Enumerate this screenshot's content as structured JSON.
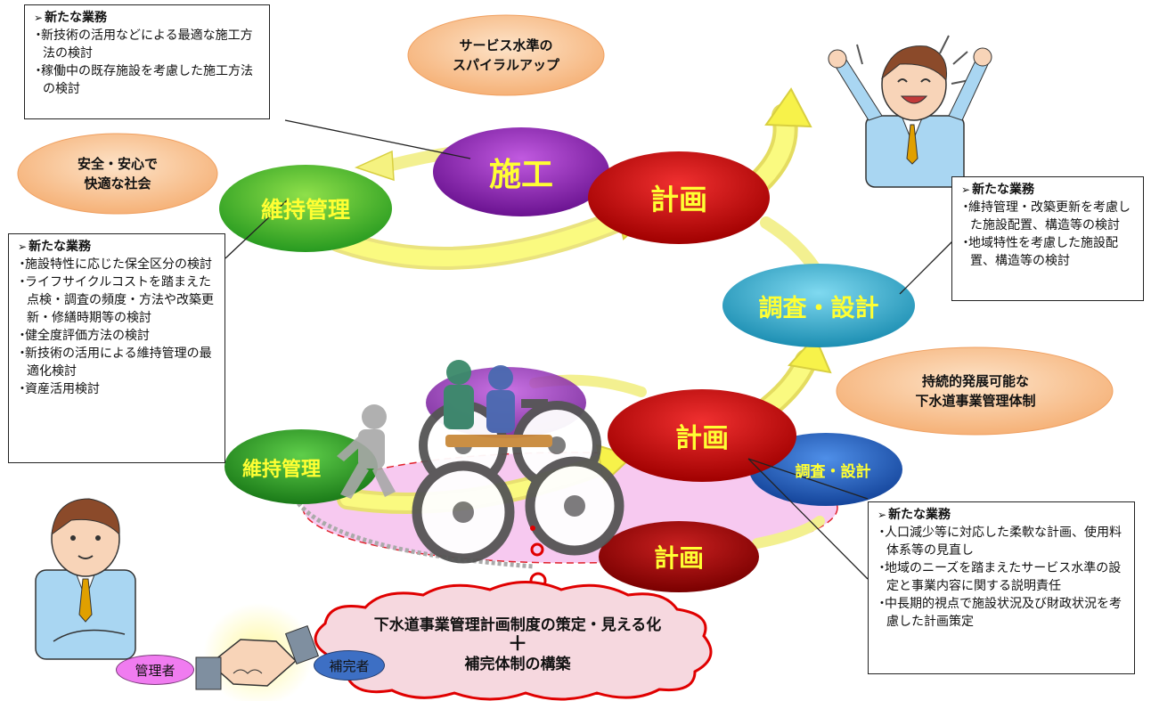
{
  "goals": {
    "spiral_up": [
      "サービス水準の",
      "スパイラルアップ"
    ],
    "safe_society": [
      "安全・安心で",
      "快適な社会"
    ],
    "sustainable": [
      "持続的発展可能な",
      "下水道事業管理体制"
    ]
  },
  "cycle_upper": {
    "construction": "施工",
    "plan": "計画",
    "maintenance": "維持管理",
    "survey_design": "調査・設計"
  },
  "cycle_lower": {
    "plan": "計画",
    "maintenance": "維持管理",
    "survey_design": "調査・設計",
    "plan_bottom": "計画"
  },
  "box_construction": {
    "heading": "新たな業務",
    "items": [
      "新技術の活用などによる最適な施工方法の検討",
      "稼働中の既存施設を考慮した施工方法の検討"
    ]
  },
  "box_survey": {
    "heading": "新たな業務",
    "items": [
      "維持管理・改築更新を考慮した施設配置、構造等の検討",
      "地域特性を考慮した施設配置、構造等の検討"
    ]
  },
  "box_maintenance": {
    "heading": "新たな業務",
    "items": [
      "施設特性に応じた保全区分の検討",
      "ライフサイクルコストを踏まえた点検・調査の頻度・方法や改築更新・修繕時期等の検討",
      "健全度評価方法の検討",
      "新技術の活用による維持管理の最適化検討",
      "資産活用検討"
    ]
  },
  "box_plan": {
    "heading": "新たな業務",
    "items": [
      "人口減少等に対応した柔軟な計画、使用料体系等の見直し",
      "地域のニーズを踏まえたサービス水準の設定と事業内容に関する説明責任",
      "中長期的視点で施設状況及び財政状況を考慮した計画策定"
    ]
  },
  "cloud": {
    "line1": "下水道事業管理計画制度の策定・見える化",
    "plus": "＋",
    "line2": "補完体制の構築"
  },
  "actors": {
    "manager": "管理者",
    "supplement": "補完者"
  },
  "colors": {
    "construction": "#8a1fb0",
    "plan": "#c40000",
    "maintenance": "#3fae2a",
    "survey": "#2aa6c6",
    "survey_lower": "#1f5fb8",
    "arrow": "#f7f24a",
    "goal_fill": "#f9c89a",
    "cloud_fill": "#f6d8df",
    "cloud_stroke": "#e00000"
  }
}
